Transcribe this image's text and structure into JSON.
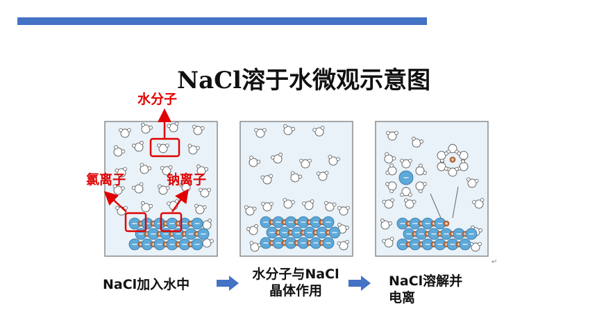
{
  "title": "NaCl溶于水微观示意图",
  "labels": {
    "water_molecule": "水分子",
    "chloride_ion": "氯离子",
    "sodium_ion": "钠离子"
  },
  "captions": {
    "step1": "NaCl加入水中",
    "step2_line1": "水分子与NaCl",
    "step2_line2": "晶体作用",
    "step3_line1": "NaCl溶解并",
    "step3_line2": "电离"
  },
  "return_mark": "↵",
  "colors": {
    "accent_bar": "#4472C4",
    "label_red": "#E00000",
    "chloride": "#5DA9D9",
    "sodium": "#C8703A",
    "panel_bg": "#E9F2F8",
    "flow_arrow": "#4472C4"
  }
}
